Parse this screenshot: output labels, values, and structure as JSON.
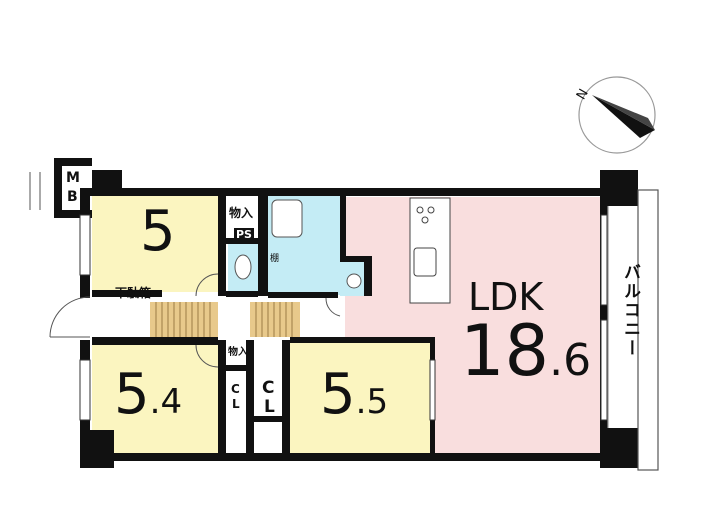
{
  "compass": {
    "north_label": "N",
    "icon": "compass-icon"
  },
  "rooms": {
    "ldk": {
      "label": "LDK",
      "size": "18",
      "size_decimal": ".6"
    },
    "western_top": {
      "size": "5"
    },
    "western_left": {
      "size": "5",
      "size_decimal": ".4"
    },
    "western_center": {
      "size": "5",
      "size_decimal": ".5"
    }
  },
  "labels": {
    "meter_box_top": "M",
    "meter_box_bottom": "B",
    "storage_top": "物入",
    "pipe_space": "PS",
    "shoe_box": "下駄箱",
    "storage_middle": "物入",
    "closet_small_top": "C",
    "closet_small_bottom": "L",
    "closet_large_top": "C",
    "closet_large_bottom": "L",
    "shelf": "棚",
    "balcony": "バルコニー"
  },
  "colors": {
    "ldk": "#f9dede",
    "western": "#fbf5c0",
    "bath": "#c4ecf5",
    "floor_hall": "#ffffff",
    "stairs": "#e8c98b",
    "wall": "#111111"
  }
}
